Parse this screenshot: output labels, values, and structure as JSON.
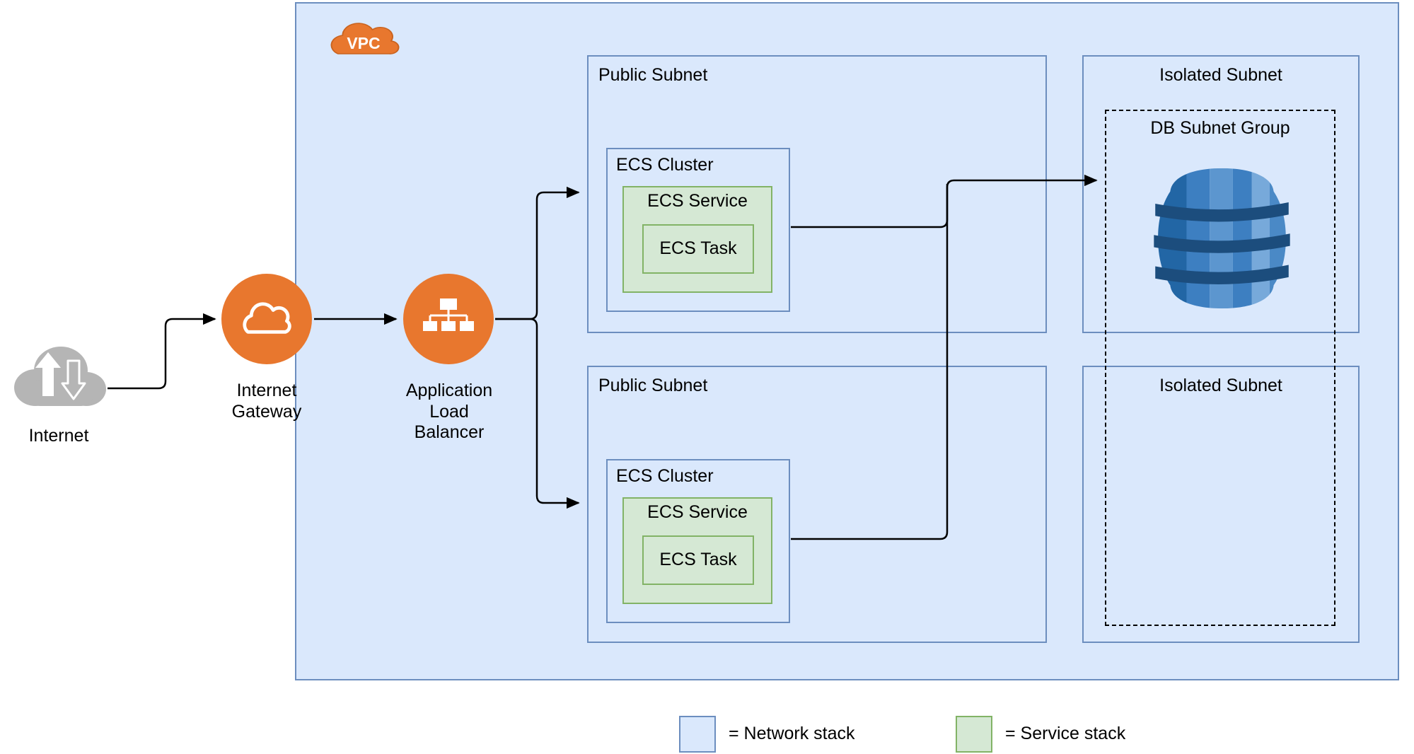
{
  "vpc": {
    "label": "VPC"
  },
  "nodes": {
    "internet": {
      "label": "Internet"
    },
    "internet_gateway": {
      "label": "Internet\nGateway"
    },
    "load_balancer": {
      "label": "Application\nLoad\nBalancer"
    },
    "database": {
      "icon": "dynamodb-database-icon"
    }
  },
  "subnets": {
    "public_top": {
      "label": "Public Subnet"
    },
    "public_bottom": {
      "label": "Public Subnet"
    },
    "isolated_top": {
      "label": "Isolated Subnet"
    },
    "isolated_bottom": {
      "label": "Isolated Subnet"
    },
    "db_group": {
      "label": "DB Subnet Group"
    }
  },
  "ecs": {
    "top": {
      "cluster": "ECS Cluster",
      "service": "ECS Service",
      "task": "ECS Task"
    },
    "bottom": {
      "cluster": "ECS Cluster",
      "service": "ECS Service",
      "task": "ECS Task"
    }
  },
  "legend": {
    "network": {
      "label": "= Network stack",
      "fill": "#dae8fc",
      "border": "#6c8ebf"
    },
    "service": {
      "label": "= Service stack",
      "fill": "#d5e8d4",
      "border": "#82b366"
    }
  },
  "colors": {
    "network_fill": "#dae8fc",
    "network_border": "#6c8ebf",
    "service_fill": "#d5e8d4",
    "service_border": "#82b366",
    "aws_orange": "#e8772e",
    "dynamodb_blue": "#3d7fc1",
    "internet_gray": "#b5b5b5",
    "connector": "#000000"
  }
}
